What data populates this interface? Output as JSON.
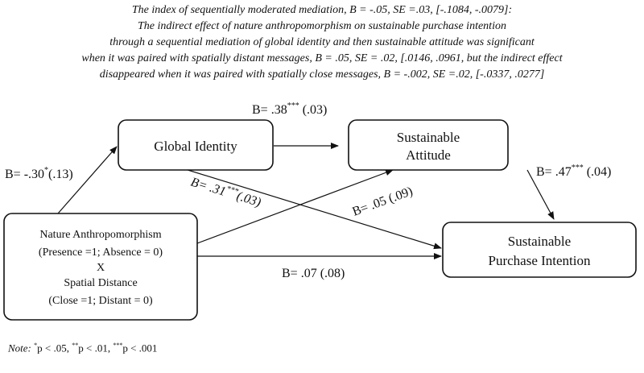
{
  "header": {
    "lines": [
      "The index of sequentially moderated mediation, B = -.05, SE =.03, [-.1084, -.0079]:",
      "The indirect effect of nature anthropomorphism on sustainable purchase intention",
      "through a sequential mediation of global identity and then sustainable attitude was significant",
      "when it was paired with spatially distant messages, B = .05, SE = .02, [.0146, .0961, but the indirect effect",
      "disappeared when it was paired with spatially close messages, B = -.002, SE =.02, [-.0337, .0277]"
    ]
  },
  "nodes": {
    "global_identity": {
      "lines": [
        "Global Identity"
      ]
    },
    "sustainable_attitude": {
      "lines": [
        "Sustainable",
        "Attitude"
      ]
    },
    "predictor": {
      "lines": [
        "Nature Anthropomorphism",
        "(Presence =1; Absence = 0)",
        "X",
        "Spatial Distance",
        "(Close =1; Distant = 0)"
      ]
    },
    "purchase_intention": {
      "lines": [
        "Sustainable",
        "Purchase Intention"
      ]
    }
  },
  "edges": {
    "gi_to_sa": {
      "base": "B= .38",
      "stars": "***",
      "rest": " (.03)"
    },
    "pred_to_gi": {
      "base": "B= -.30",
      "stars": "*",
      "rest": "(.13)"
    },
    "gi_to_pi": {
      "base": "B= .31",
      "stars": "***",
      "rest": "(.03)"
    },
    "pred_to_sa": {
      "base": "B= .05 (.09)",
      "stars": "",
      "rest": ""
    },
    "sa_to_pi": {
      "base": "B= .47",
      "stars": "***",
      "rest": " (.04)"
    },
    "pred_to_pi": {
      "base": "B= .07 (.08)",
      "stars": "",
      "rest": ""
    }
  },
  "note": {
    "label": "Note:",
    "s1": "*",
    "t1": "p < .05, ",
    "s2": "**",
    "t2": "p < .01, ",
    "s3": "***",
    "t3": "p < .001"
  }
}
